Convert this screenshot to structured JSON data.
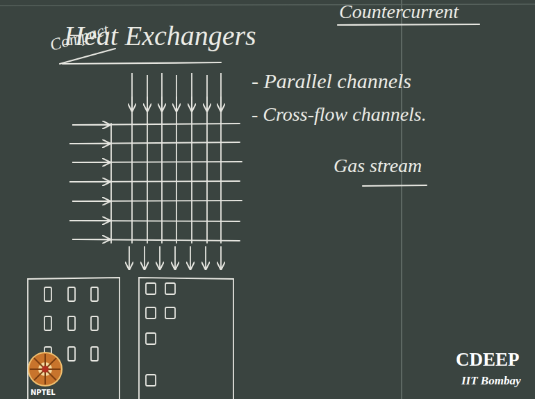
{
  "diagram": {
    "title": "Heat Exchangers",
    "labels": [
      "Countercurrent",
      "Compact",
      "- Parallel channels",
      "- Cross-flow channels.",
      "Gas stream",
      "CDEEP",
      "IIT Bombay",
      "NPTEL"
    ]
  }
}
